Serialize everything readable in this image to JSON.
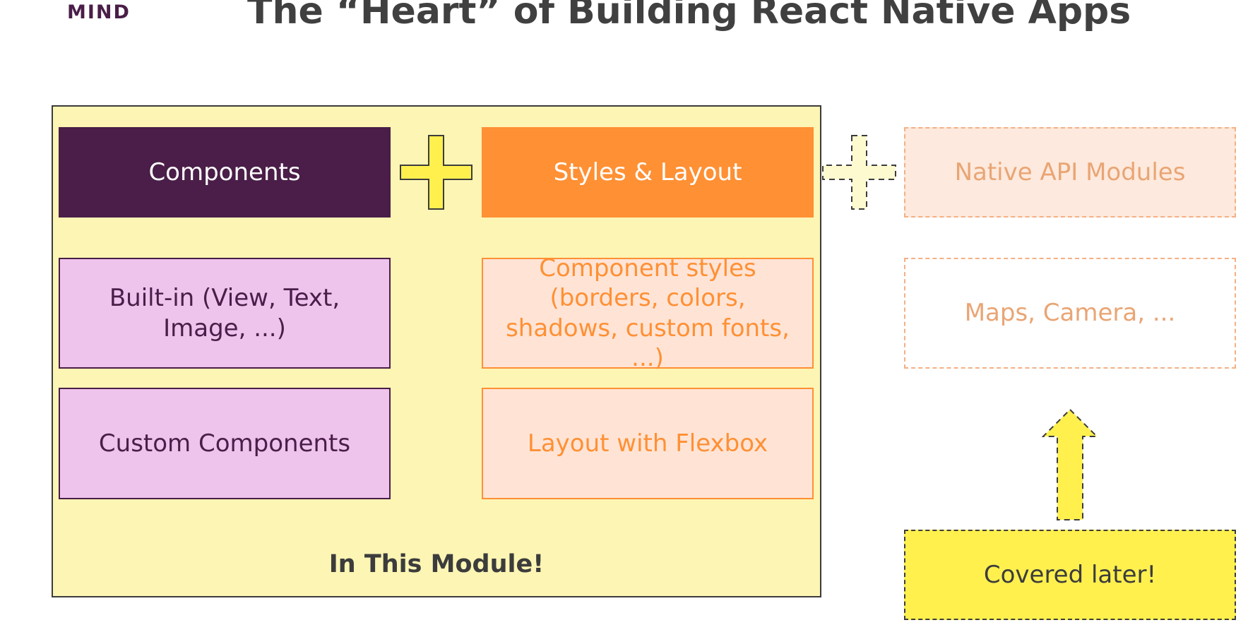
{
  "header": {
    "logo_text": "MIND",
    "title": "The “Heart” of Building React Native Apps"
  },
  "module": {
    "label": "In This Module!",
    "components": {
      "heading": "Components",
      "builtin": "Built-in (View, Text, Image, ...)",
      "custom": "Custom Components"
    },
    "styles": {
      "heading": "Styles & Layout",
      "component_styles": "Component styles (borders, colors, shadows, custom fonts, ...)",
      "flexbox": "Layout with Flexbox"
    }
  },
  "later": {
    "native_api": "Native API Modules",
    "maps_camera": "Maps, Camera, ...",
    "covered_label": "Covered later!"
  },
  "colors": {
    "purple_dark": "#4a1e48",
    "orange": "#ff9034",
    "pink": "#eec3ec",
    "peach": "#ffe4d6",
    "yellow_panel": "#fdf5b4",
    "yellow_bright": "#fff04e",
    "text_gray": "#404040"
  },
  "icons": {
    "plus_solid": "plus-icon",
    "plus_dashed": "plus-dashed-icon",
    "arrow_up": "arrow-up-icon"
  }
}
